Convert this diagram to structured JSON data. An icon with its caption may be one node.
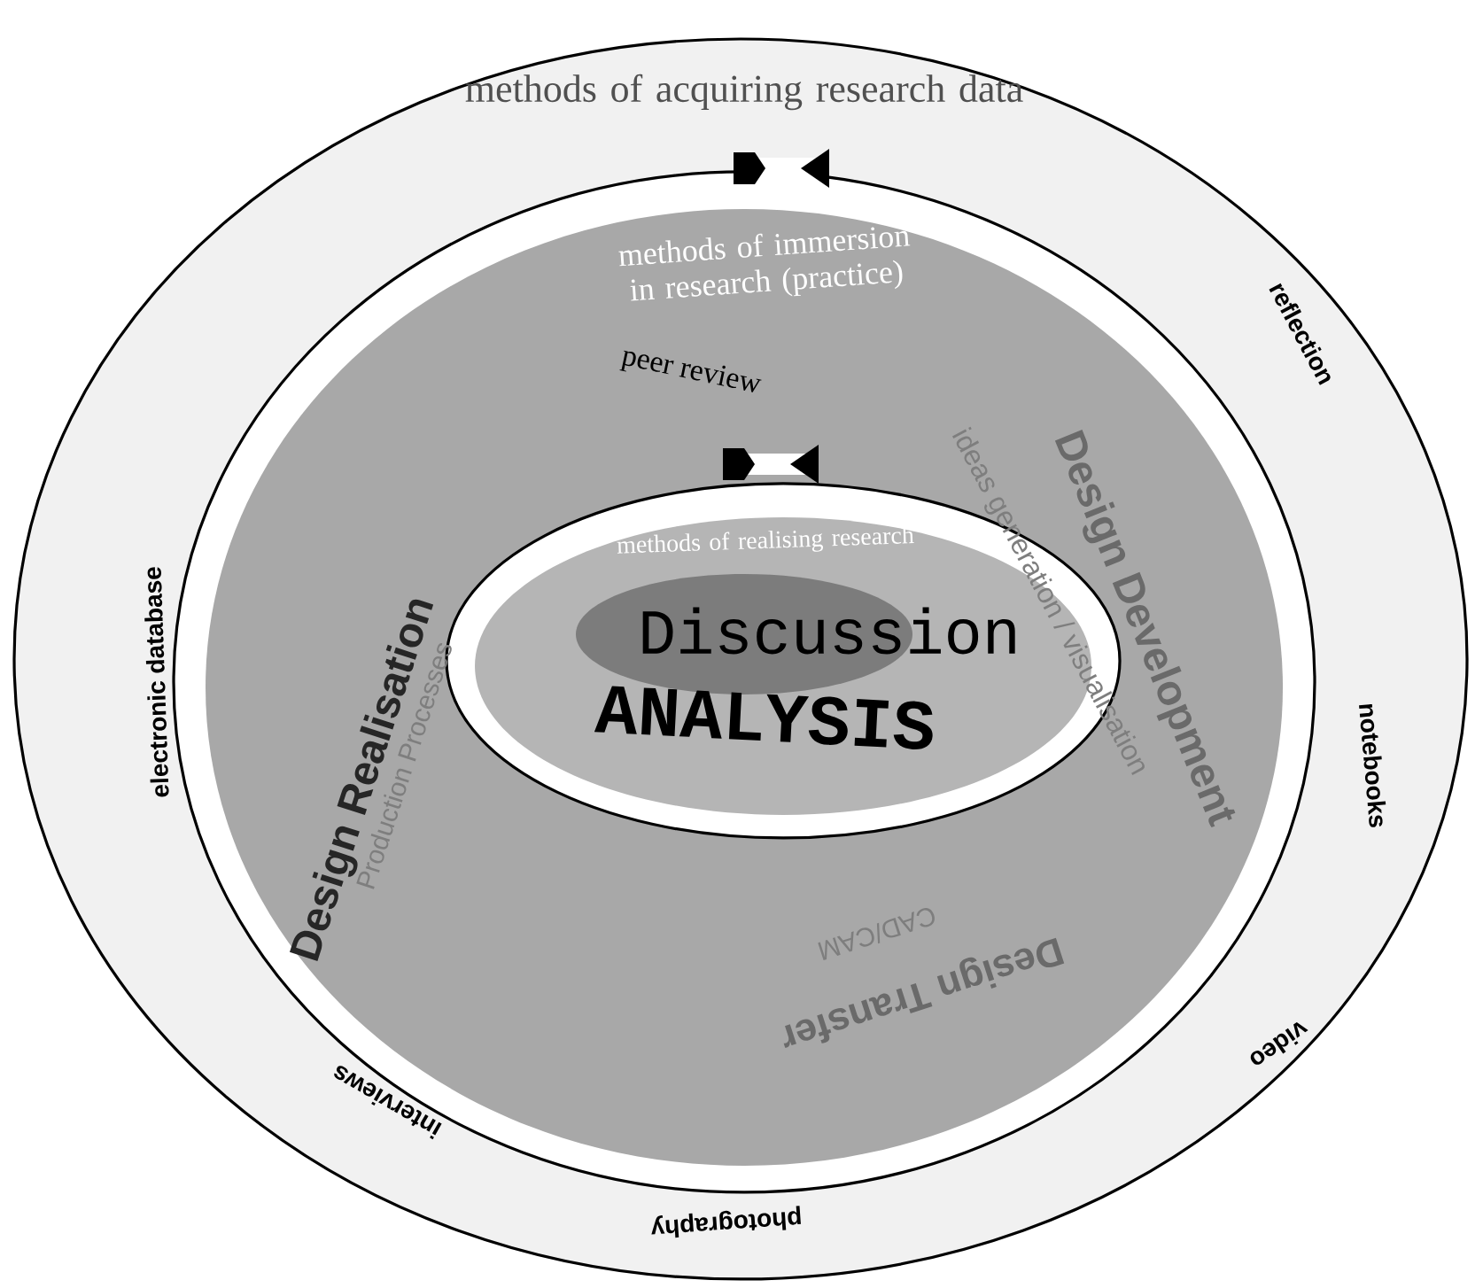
{
  "diagram": {
    "nodes": [
      {
        "text": [
          "methods of acquiring research data"
        ]
      },
      {
        "text": [
          "methods of immersion in research (practice)"
        ],
        "in": 0
      },
      {
        "text": [
          "methods of realising research",
          "ANALYSIS"
        ],
        "in": 1
      },
      {
        "text": [
          "Discussion"
        ],
        "in": 2
      }
    ],
    "labels": [
      "peer review",
      "Design Development",
      "ideas generation / visualisation",
      "reflection",
      "Design Realisation",
      "Production Processes",
      "electronic database",
      "notebooks",
      "Design Transfer",
      "CAD/CAM",
      "video",
      "interviews",
      "photography"
    ]
  }
}
